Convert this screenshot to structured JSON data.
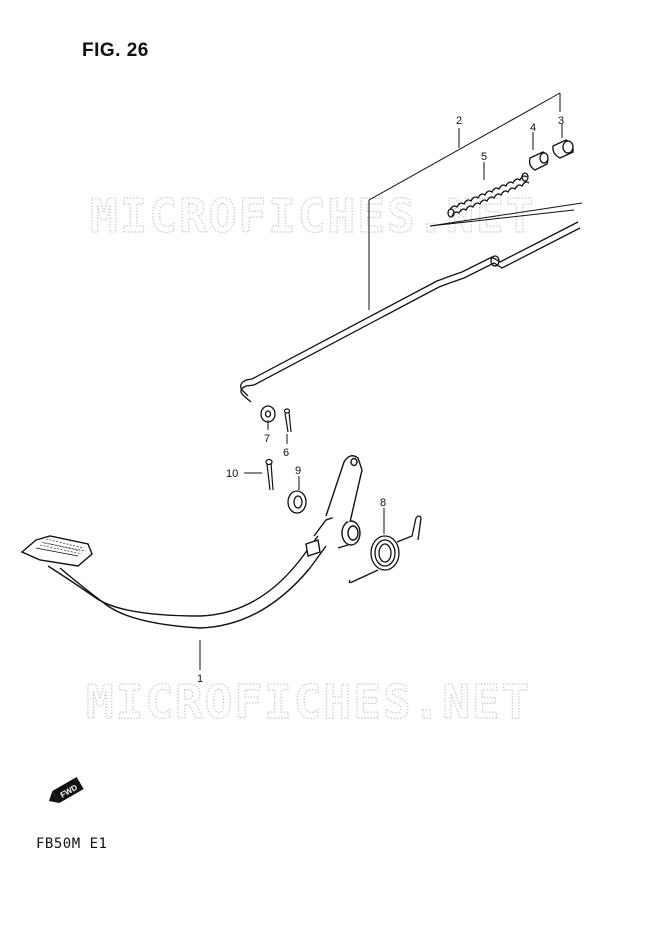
{
  "figure": {
    "title": "FIG. 26",
    "model": "FB50M E1"
  },
  "watermark": {
    "text": "MICROFICHES.NET"
  },
  "fwd_badge": {
    "text": "FWD"
  },
  "callouts": [
    {
      "id": "1",
      "label": "1"
    },
    {
      "id": "2",
      "label": "2"
    },
    {
      "id": "3",
      "label": "3"
    },
    {
      "id": "4",
      "label": "4"
    },
    {
      "id": "5",
      "label": "5"
    },
    {
      "id": "6",
      "label": "6"
    },
    {
      "id": "7",
      "label": "7"
    },
    {
      "id": "8",
      "label": "8"
    },
    {
      "id": "9",
      "label": "9"
    },
    {
      "id": "10",
      "label": "10"
    }
  ],
  "colors": {
    "ink": "#111111",
    "watermark": "#c8c8c8",
    "paper": "#ffffff"
  }
}
